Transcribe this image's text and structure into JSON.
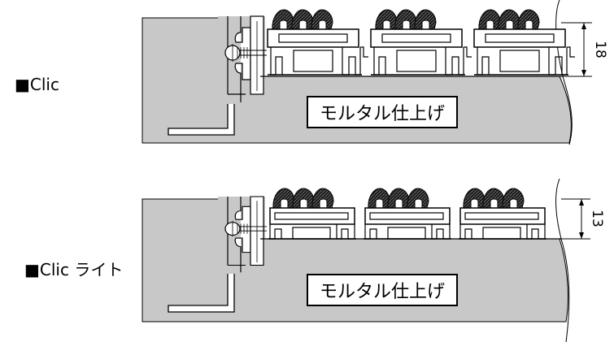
{
  "sections": [
    {
      "label": "■Clic",
      "mortar_text": "モルタル仕上げ",
      "dimension": "18"
    },
    {
      "label": "■Clic ライト",
      "mortar_text": "モルタル仕上げ",
      "dimension": "13"
    }
  ],
  "colors": {
    "slab": "#c8c8c8",
    "line": "#000000",
    "brush": "#3a3a3a"
  }
}
